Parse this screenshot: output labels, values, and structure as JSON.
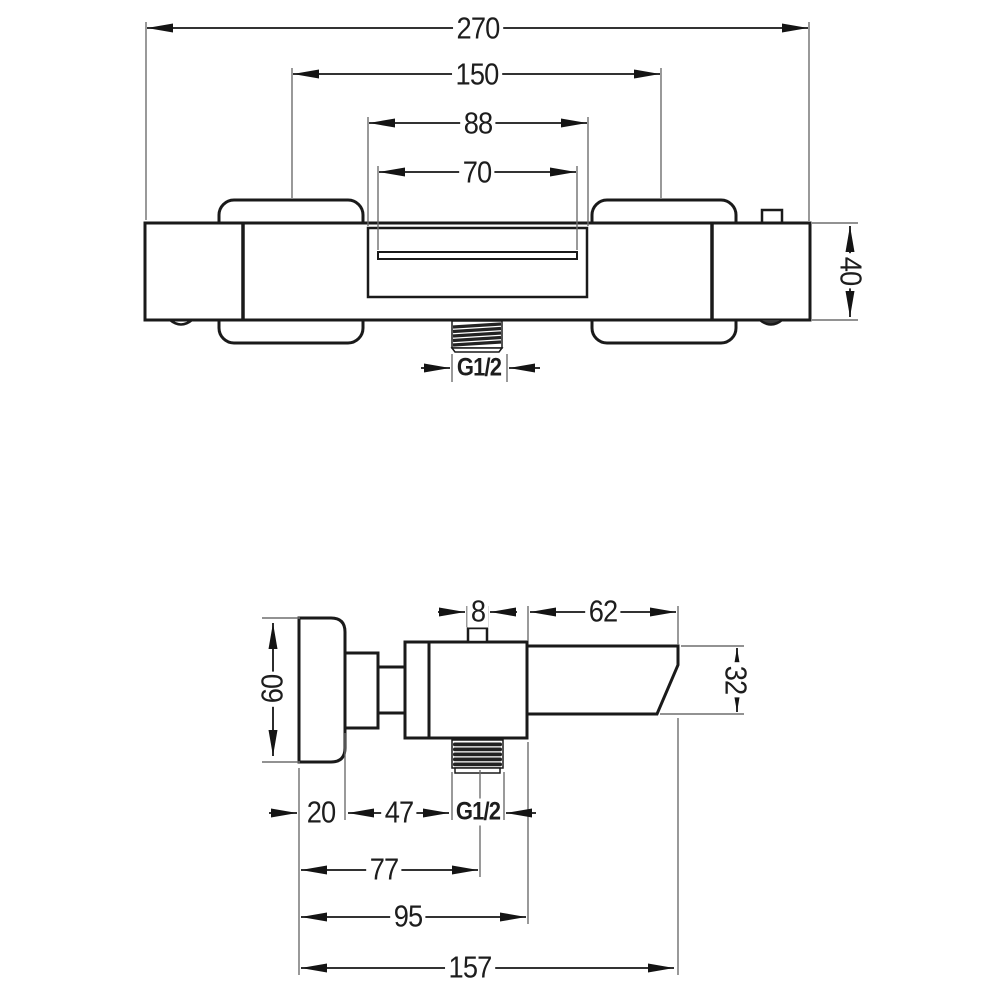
{
  "drawing": {
    "kind": "technical-dimension-drawing",
    "top_view": {
      "dims": {
        "overall_width": "270",
        "handle_spacing": "150",
        "recess_width": "88",
        "waterfall_width": "70",
        "body_height": "40",
        "thread": "G1/2"
      }
    },
    "side_view": {
      "dims": {
        "knob_width": "8",
        "spout_length": "62",
        "flange_height": "60",
        "spout_height": "32",
        "flange_depth": "20",
        "neck_length": "47",
        "thread": "G1/2",
        "depth_to_thread": "77",
        "depth_to_spout": "95",
        "total_depth": "157"
      }
    },
    "colors": {
      "outline": "#1a1a1a",
      "dimension": "#141414",
      "extension": "#6e6e6e",
      "thread_fill": "#222222",
      "background": "#ffffff",
      "text": "#1d1d1d"
    }
  }
}
